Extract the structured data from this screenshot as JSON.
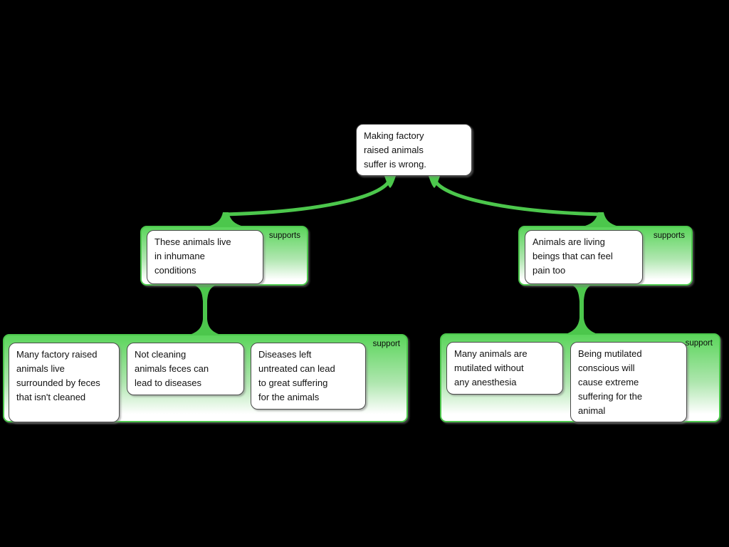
{
  "claim": {
    "text": "Making factory raised animals suffer is wrong."
  },
  "branches": [
    {
      "relation_label": "supports",
      "reason": {
        "text": "These animals live in inhumane conditions"
      },
      "sub": {
        "relation_label": "support",
        "premises": [
          {
            "text": "Many factory raised animals live surrounded by feces that isn't cleaned"
          },
          {
            "text": "Not cleaning animals feces can lead to diseases"
          },
          {
            "text": "Diseases left untreated can lead to great suffering for the animals"
          }
        ]
      }
    },
    {
      "relation_label": "supports",
      "reason": {
        "text": "Animals are living beings that can feel pain too"
      },
      "sub": {
        "relation_label": "support",
        "premises": [
          {
            "text": "Many animals are mutilated without any anesthesia"
          },
          {
            "text": "Being mutilated conscious will cause extreme suffering for the animal"
          }
        ]
      }
    }
  ],
  "colors": {
    "background": "#000000",
    "connector_green": "#4cc74c",
    "group_gradient_top": "#5bd55b",
    "node_background": "#ffffff",
    "node_border": "#4a4a4a",
    "text": "#111111"
  }
}
